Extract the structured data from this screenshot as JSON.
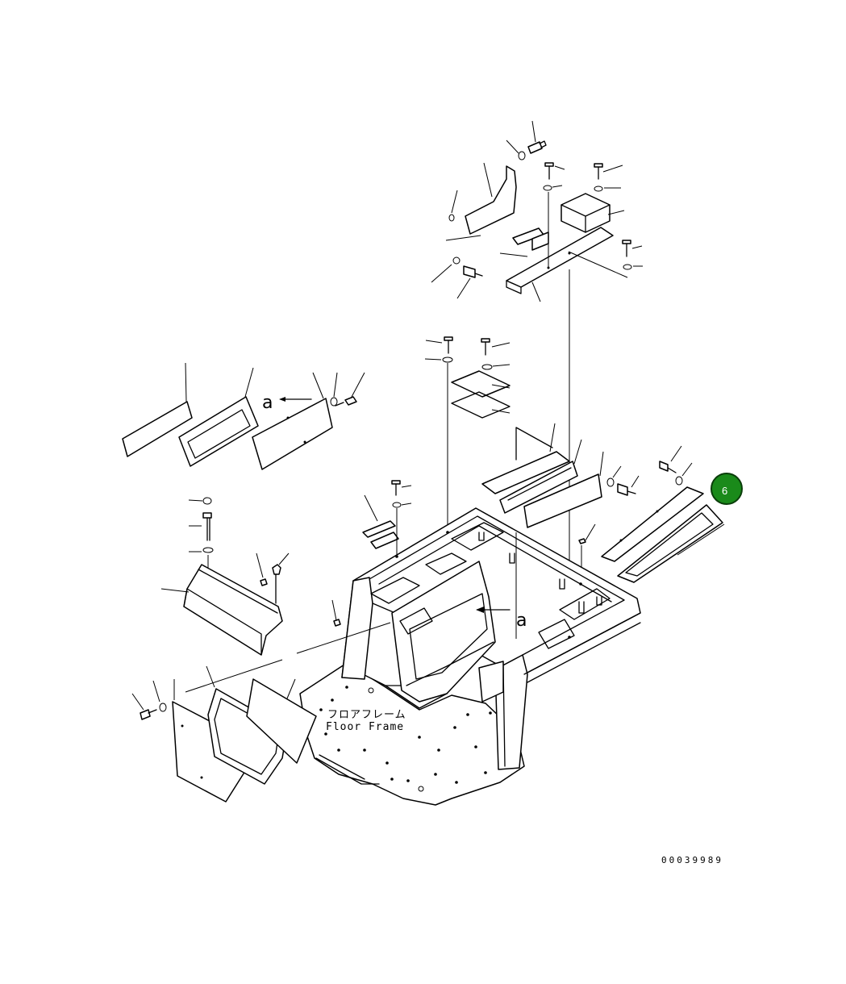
{
  "figure": {
    "frame_label_jp": "フロアフレーム",
    "frame_label_en": "Floor Frame",
    "view_ref": "a",
    "drawing_number": "00039989",
    "callout": {
      "number": "6",
      "color": "#1a8a1a",
      "border": "#0a3d0a"
    }
  }
}
